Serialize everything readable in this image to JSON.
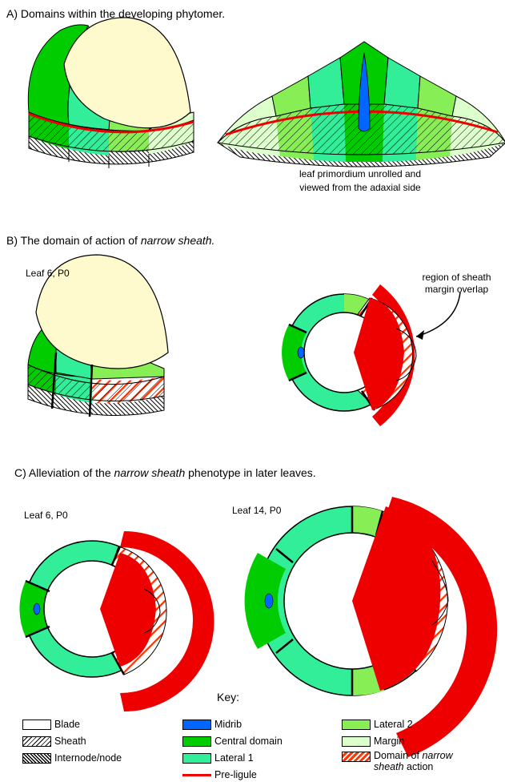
{
  "panel_a": {
    "title": "A)  Domains within the developing phytomer.",
    "caption_1": "leaf primordium unrolled and",
    "caption_2": "viewed from the adaxial side"
  },
  "panel_b": {
    "title_prefix": "B)  The domain of action of ",
    "title_italic": "narrow sheath.",
    "leaf_label": "Leaf 6, P0",
    "callout_1": "region of sheath",
    "callout_2": "margin overlap"
  },
  "panel_c": {
    "title_prefix": "C)  Alleviation of the ",
    "title_italic": "narrow sheath",
    "title_suffix": "  phenotype in later leaves.",
    "leaf6_label": "Leaf 6, P0",
    "leaf14_label": "Leaf 14, P0"
  },
  "key": {
    "title": "Key:",
    "blade": "Blade",
    "sheath": "Sheath",
    "internode": "Internode/node",
    "midrib": "Midrib",
    "central": "Central  domain",
    "lateral1": "Lateral  1",
    "preligule": "Pre-ligule",
    "lateral2": "Lateral  2",
    "margin": "Margin",
    "domain_prefix": "Domain of ",
    "domain_italic_1": "narrow",
    "domain_italic_2": "sheath",
    "domain_suffix": " action"
  },
  "colors": {
    "blade": "#FFFACD",
    "central": "#00CC00",
    "lateral1": "#33EE99",
    "lateral2": "#88EE55",
    "margin": "#DDFFCC",
    "midrib": "#0066FF",
    "preligule": "#EE0000",
    "ns_action": "#FF3300"
  }
}
